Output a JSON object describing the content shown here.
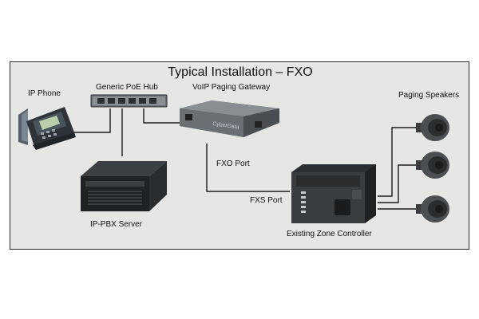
{
  "diagram": {
    "title": "Typical Installation – FXO",
    "labels": {
      "ip_phone": "IP Phone",
      "poe_hub": "Generic PoE Hub",
      "gateway": "VoIP Paging Gateway",
      "fxo_port": "FXO Port",
      "fxs_port": "FXS Port",
      "ip_pbx": "IP-PBX Server",
      "zone_controller": "Existing Zone Controller",
      "paging_speakers": "Paging Speakers"
    }
  }
}
